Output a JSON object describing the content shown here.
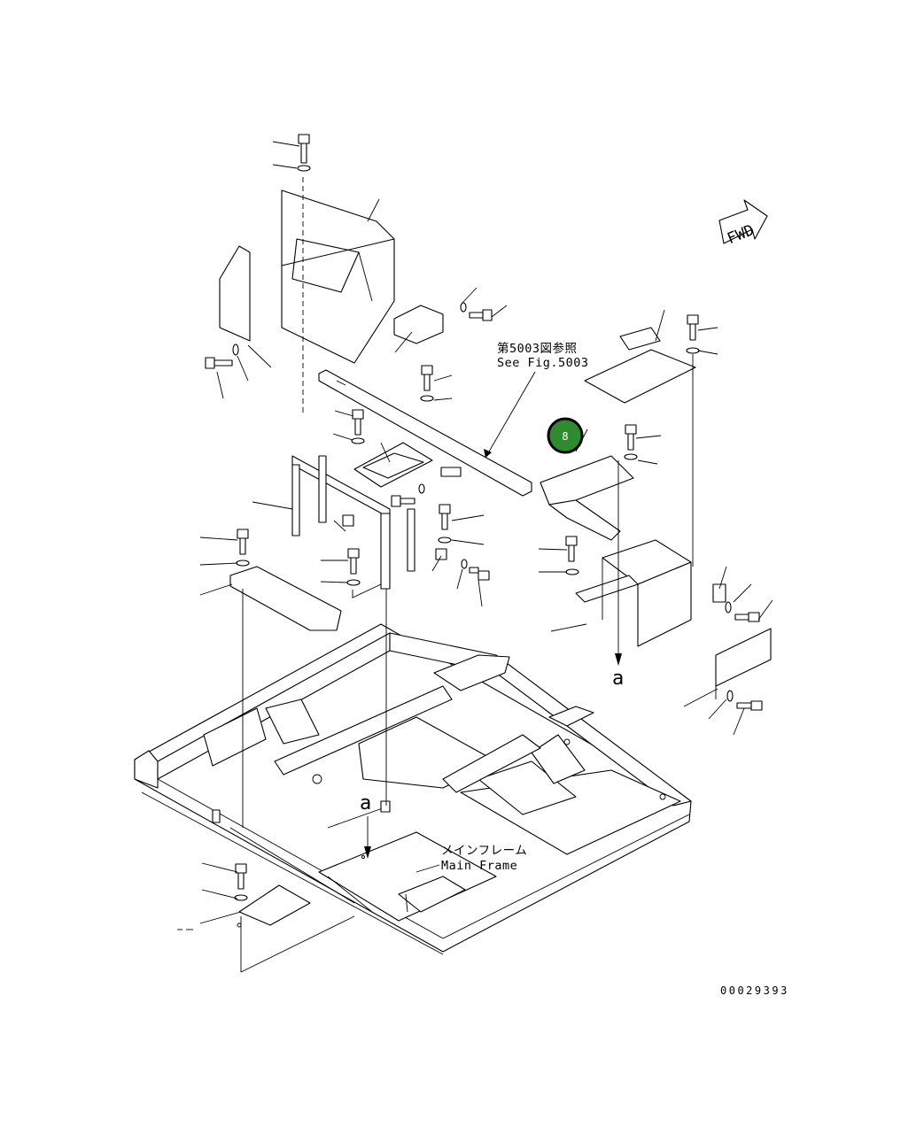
{
  "reference_note": {
    "line1": "第5003図参照",
    "line2": "See Fig.5003"
  },
  "main_frame_label": {
    "line1": "メインフレーム",
    "line2": "Main Frame"
  },
  "fwd_label": "FWD",
  "view_marker": "a",
  "callout": {
    "number": "8",
    "color": "#2e8b2e"
  },
  "drawing_number": "00029393"
}
